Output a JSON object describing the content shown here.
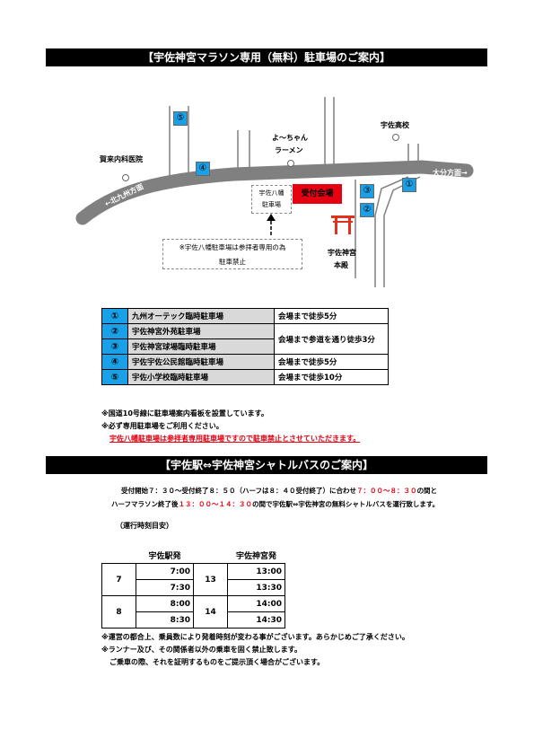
{
  "banner1": "【宇佐神宮マラソン専用（無料）駐車場のご案内】",
  "map": {
    "labels": {
      "clinic": "賀来内科医院",
      "ramen_1": "よ～ちゃん",
      "ramen_2": "ラーメン",
      "school": "宇佐高校",
      "kitakyushu": "←北九州方面",
      "oita": "大分方面→",
      "reception": "受付会場",
      "hachiman_1": "宇佐八幡",
      "hachiman_2": "駐車場",
      "prohibit_1": "※宇佐八幡駐車場は参拝者専用の為",
      "prohibit_2": "駐車禁止",
      "shrine_1": "宇佐神宮",
      "shrine_2": "本殿"
    },
    "markers": [
      "①",
      "②",
      "③",
      "④",
      "⑤"
    ],
    "colors": {
      "marker": "#1aa0e6",
      "reception": "#e60012",
      "road": "#808080",
      "torii": "#e0301e"
    }
  },
  "parking": [
    {
      "num": "①",
      "name": "九州オーテック臨時駐車場",
      "walk": "会場まで徒歩5分"
    },
    {
      "num": "②",
      "name": "宇佐神宮外苑駐車場",
      "walk": "会場まで参道を通り徒歩3分"
    },
    {
      "num": "③",
      "name": "宇佐神宮球場臨時駐車場",
      "walk": ""
    },
    {
      "num": "④",
      "name": "宇佐宇佐公民館臨時駐車場",
      "walk": "会場まで徒歩5分"
    },
    {
      "num": "⑤",
      "name": "宇佐小学校臨時駐車場",
      "walk": "会場まで徒歩10分"
    }
  ],
  "notes1": [
    "※国道10号線に駐車場案内看板を設置しています。",
    "※必ず専用駐車場をご利用ください。",
    "宇佐八幡駐車場は参拝者専用駐車場ですので駐車禁止とさせていただきます。"
  ],
  "banner2": "【宇佐駅⇔宇佐神宮シャトルバスのご案内】",
  "shuttle_intro": {
    "l1a": "受付開始７：３０～受付終了８：５０（ハーフは８：４０受付終了）に合わせ",
    "l1b": "７：００～８：３０",
    "l1c": "の間と",
    "l2a": "ハーフマラソン終了後",
    "l2b": "１３：００～１４：３０",
    "l2c": "の間で宇佐駅⇔宇佐神宮の無料シャトルバスを運行致します。"
  },
  "timetable": {
    "label": "（運行時刻目安）",
    "col1": "宇佐駅発",
    "col2": "宇佐神宮発",
    "rows": [
      {
        "hour1": "7",
        "times1": [
          "7:00",
          "7:30"
        ],
        "hour2": "13",
        "times2": [
          "13:00",
          "13:30"
        ]
      },
      {
        "hour1": "8",
        "times1": [
          "8:00",
          "8:30"
        ],
        "hour2": "14",
        "times2": [
          "14:00",
          "14:30"
        ]
      }
    ]
  },
  "notes2": [
    "※運営の都合上、乗員数により発着時刻が変わる事がございます。あらかじめご了承ください。",
    "※ランナー及び、その関係者以外の乗車を固く禁止致します。",
    "ご乗車の際、それを証明するものをご提示頂く場合がございます。"
  ]
}
